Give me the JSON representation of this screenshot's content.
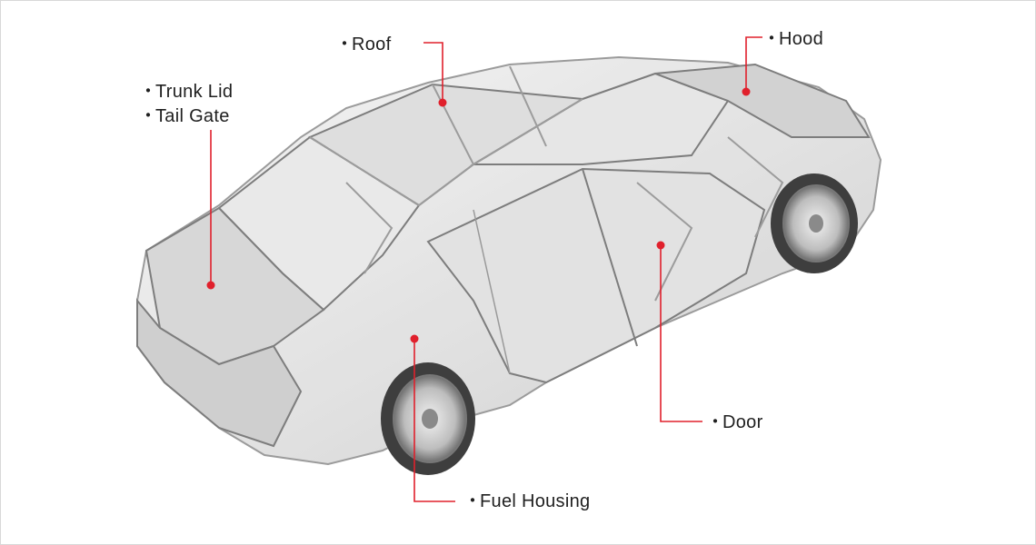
{
  "colors": {
    "callout": "#e0202c",
    "text": "#1f1f1f",
    "border": "#d8d8d8"
  },
  "labels": {
    "roof": "Roof",
    "hood": "Hood",
    "trunk_lid": "Trunk Lid",
    "tail_gate": "Tail Gate",
    "door": "Door",
    "fuel_housing": "Fuel Housing"
  },
  "bullet": "・"
}
